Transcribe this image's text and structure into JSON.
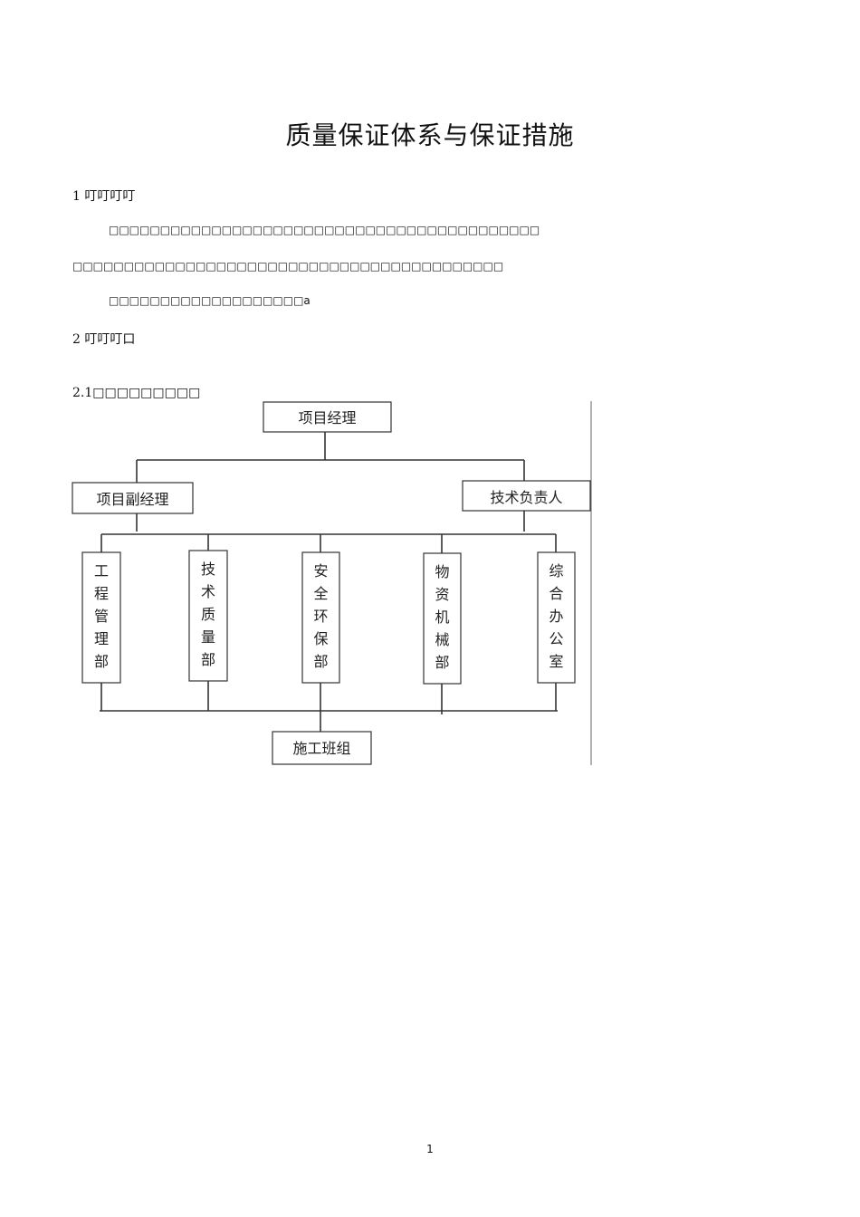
{
  "doc": {
    "title": "质量保证体系与保证措施",
    "section1_heading": "1 叮叮叮叮",
    "para1_line1": "□□□□□□□□□□□□□□□□□□□□□□□□□□□□□□□□□□□□□□□□□□",
    "para1_line2": "□□□□□□□□□□□□□□□□□□□□□□□□□□□□□□□□□□□□□□□□□□",
    "para1_line3": "□□□□□□□□□□□□□□□□□□□a",
    "section2_heading": "2 叮叮叮口",
    "section21_heading": "2.1□□□□□□□□□",
    "page_number": "1"
  },
  "org_chart": {
    "top": "项目经理",
    "left_mid": "项目副经理",
    "right_mid": "技术负责人",
    "departments": [
      {
        "chars": [
          "工",
          "程",
          "管",
          "理",
          "部"
        ]
      },
      {
        "chars": [
          "技",
          "术",
          "质",
          "量",
          "部"
        ]
      },
      {
        "chars": [
          "安",
          "全",
          "环",
          "保",
          "部"
        ]
      },
      {
        "chars": [
          "物",
          "资",
          "机",
          "械",
          "部"
        ]
      },
      {
        "chars": [
          "综",
          "合",
          "办",
          "公",
          "室"
        ]
      }
    ],
    "bottom": "施工班组"
  }
}
